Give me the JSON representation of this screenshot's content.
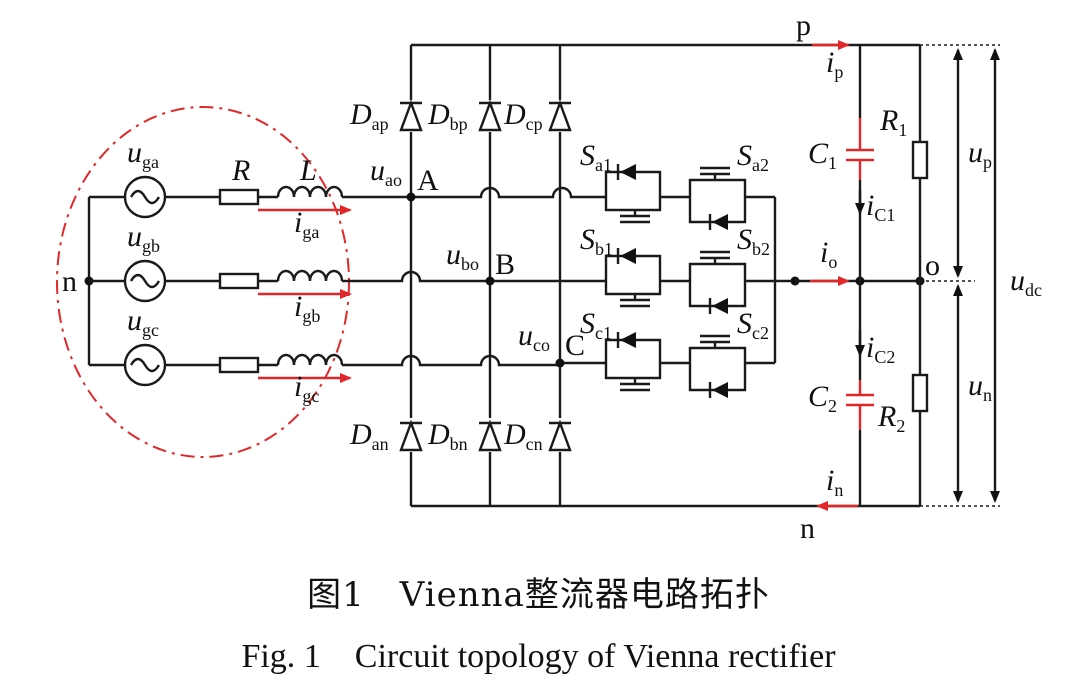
{
  "nodes": {
    "p": "p",
    "n_bottom": "n",
    "n_neutral": "n",
    "o": "o",
    "A": "A",
    "B": "B",
    "C": "C"
  },
  "labels": {
    "u_ga": {
      "main": "u",
      "sub": "ga"
    },
    "u_gb": {
      "main": "u",
      "sub": "gb"
    },
    "u_gc": {
      "main": "u",
      "sub": "gc"
    },
    "R": "R",
    "L": "L",
    "i_ga": {
      "main": "i",
      "sub": "ga"
    },
    "i_gb": {
      "main": "i",
      "sub": "gb"
    },
    "i_gc": {
      "main": "i",
      "sub": "gc"
    },
    "u_ao": {
      "main": "u",
      "sub": "ao"
    },
    "u_bo": {
      "main": "u",
      "sub": "bo"
    },
    "u_co": {
      "main": "u",
      "sub": "co"
    },
    "D_ap": {
      "main": "D",
      "sub": "ap"
    },
    "D_bp": {
      "main": "D",
      "sub": "bp"
    },
    "D_cp": {
      "main": "D",
      "sub": "cp"
    },
    "D_an": {
      "main": "D",
      "sub": "an"
    },
    "D_bn": {
      "main": "D",
      "sub": "bn"
    },
    "D_cn": {
      "main": "D",
      "sub": "cn"
    },
    "S_a1": {
      "main": "S",
      "sub": "a1"
    },
    "S_a2": {
      "main": "S",
      "sub": "a2"
    },
    "S_b1": {
      "main": "S",
      "sub": "b1"
    },
    "S_b2": {
      "main": "S",
      "sub": "b2"
    },
    "S_c1": {
      "main": "S",
      "sub": "c1"
    },
    "S_c2": {
      "main": "S",
      "sub": "c2"
    },
    "i_p": {
      "main": "i",
      "sub": "p"
    },
    "i_n": {
      "main": "i",
      "sub": "n"
    },
    "i_o": {
      "main": "i",
      "sub": "o"
    },
    "i_C1": {
      "main": "i",
      "sub": "C1"
    },
    "i_C2": {
      "main": "i",
      "sub": "C2"
    },
    "C_1": {
      "main": "C",
      "sub": "1"
    },
    "C_2": {
      "main": "C",
      "sub": "2"
    },
    "R_1": {
      "main": "R",
      "sub": "1"
    },
    "R_2": {
      "main": "R",
      "sub": "2"
    },
    "u_p": {
      "main": "u",
      "sub": "p"
    },
    "u_n": {
      "main": "u",
      "sub": "n"
    },
    "u_dc": {
      "main": "u",
      "sub": "dc"
    }
  },
  "caption": {
    "cn": "图1　Vienna整流器电路拓扑",
    "en": "Fig. 1　Circuit topology of Vienna rectifier"
  },
  "colors": {
    "accent": "#e0282b",
    "wire": "#1a1a1a"
  }
}
